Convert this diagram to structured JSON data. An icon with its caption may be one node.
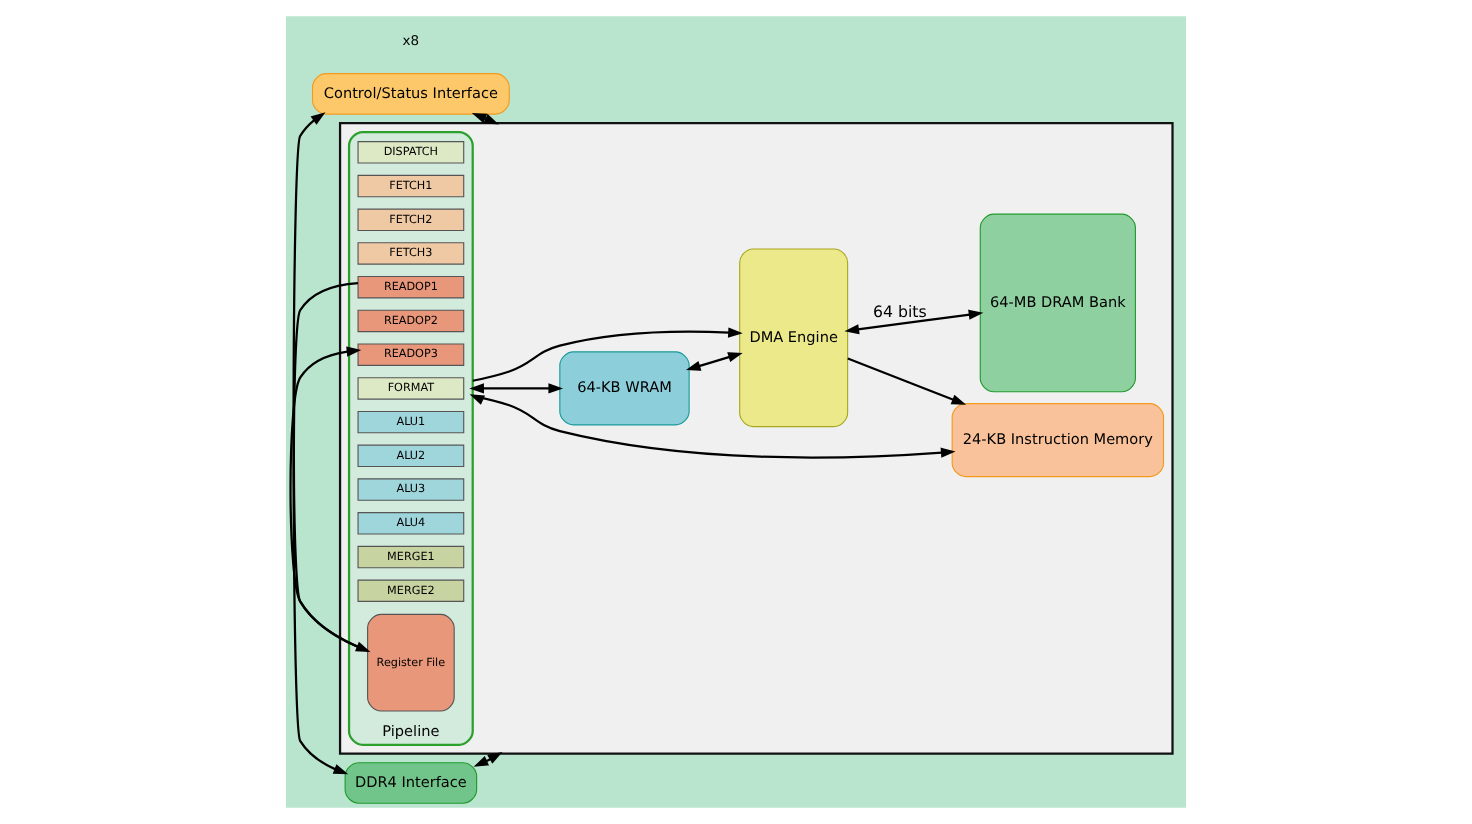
{
  "diagram": {
    "nodes": [
      {
        "text": [
          "Control/Status Interface"
        ]
      },
      {
        "text": [
          "DDR4 Interface"
        ]
      },
      {
        "text": [],
        "shape": "box"
      },
      {
        "text": [
          "Pipeline"
        ],
        "in": 2
      },
      {
        "text": [
          "DISPATCH"
        ],
        "in": 3
      },
      {
        "text": [
          "FETCH1"
        ],
        "in": 3
      },
      {
        "text": [
          "FETCH2"
        ],
        "in": 3
      },
      {
        "text": [
          "FETCH3"
        ],
        "in": 3
      },
      {
        "text": [
          "READOP1"
        ],
        "in": 3
      },
      {
        "text": [
          "READOP2"
        ],
        "in": 3
      },
      {
        "text": [
          "READOP3"
        ],
        "in": 3
      },
      {
        "text": [
          "FORMAT"
        ],
        "in": 3
      },
      {
        "text": [
          "ALU1"
        ],
        "in": 3
      },
      {
        "text": [
          "ALU2"
        ],
        "in": 3
      },
      {
        "text": [
          "ALU3"
        ],
        "in": 3
      },
      {
        "text": [
          "ALU4"
        ],
        "in": 3
      },
      {
        "text": [
          "MERGE1"
        ],
        "in": 3
      },
      {
        "text": [
          "MERGE2"
        ],
        "in": 3
      },
      {
        "text": [
          "Register File"
        ],
        "in": 3
      },
      {
        "text": [
          "24-KB Instruction Memory"
        ],
        "in": 2
      },
      {
        "text": [
          "64-KB WRAM"
        ],
        "in": 2
      },
      {
        "text": [
          "DMA Engine"
        ],
        "in": 2
      },
      {
        "text": [
          "64-MB DRAM Bank"
        ],
        "in": 2
      }
    ],
    "edges": [
      {
        "from": 0,
        "to": 1,
        "arrow": "both"
      },
      {
        "from": 0,
        "to": 2,
        "arrow": "both"
      },
      {
        "from": 1,
        "to": 2,
        "arrow": "both"
      },
      {
        "from": 3,
        "to": 19,
        "arrow": "both"
      },
      {
        "from": 21,
        "to": 19,
        "arrow": "to"
      },
      {
        "from": 8,
        "to": 18,
        "arrow": "to"
      },
      {
        "from": 18,
        "to": 10,
        "arrow": "to"
      },
      {
        "from": 3,
        "to": 21,
        "arrow": "to"
      },
      {
        "from": 3,
        "to": 20,
        "arrow": "both"
      },
      {
        "from": 20,
        "to": 21,
        "arrow": "both"
      },
      {
        "from": 21,
        "to": 22,
        "arrow": "both",
        "label": "64 bits"
      }
    ],
    "labels": [
      "x8"
    ]
  }
}
